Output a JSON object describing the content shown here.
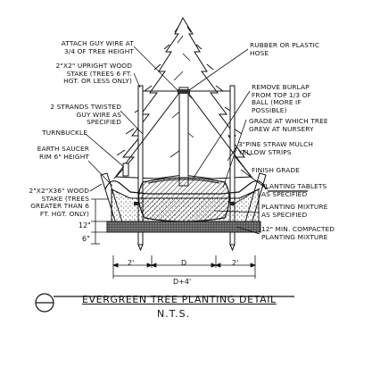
{
  "title": "EVERGREEN TREE PLANTING DETAIL",
  "subtitle": "N.T.S.",
  "labels_left": {
    "guy_wire": "ATTACH GUY WIRE AT\n3/4 OF TREE HEIGHT",
    "upright_stake": "2\"X2\" UPRIGHT WOOD\nSTAKE (TREES 6 Ft.\nHGT. OR LESS ONLY)",
    "twisted_wire": "2 STRANDS TWISTED\nGUY WIRE AS\nSPECIFIED",
    "turnbuckle": "TURNBUCKLE",
    "earth_saucer": "EARTH SAUCER\nRIM 6\" HEIGHT",
    "wood_stake": "2\"X2\"X36\" WOOD\nSTAKE (TREES\nGREATER THAN 6\nFT. HGT. ONLY)"
  },
  "labels_right": {
    "hose": "RUBBER OR PLASTIC\nHOSE",
    "burlap": "REMOVE BURLAP\nFROM TOP 1/3 OF\nBALL (MORE IF\nPOSSIBLE)",
    "grade_nursery": "GRADE AT WHICH TREE\nGREW AT NURSERY",
    "mulch": "3\"PINE STRAW MULCH\nYELLOW STRIPS",
    "finish_grade": "FINISH GRADE",
    "tablets": "PLANTING TABLETS\nAS SPECIFIED",
    "mixture": "PLANTING MIXTURE\nAS SPECIFIED",
    "compacted": "12\" MIN. COMPACTED\nPLANTING MIXTURE"
  },
  "dimensions": {
    "depth_top": "12\"",
    "depth_bottom": "6\"",
    "left_clear": "2'",
    "ball_dia": "D",
    "right_clear": "2'",
    "total": "D+4'"
  }
}
